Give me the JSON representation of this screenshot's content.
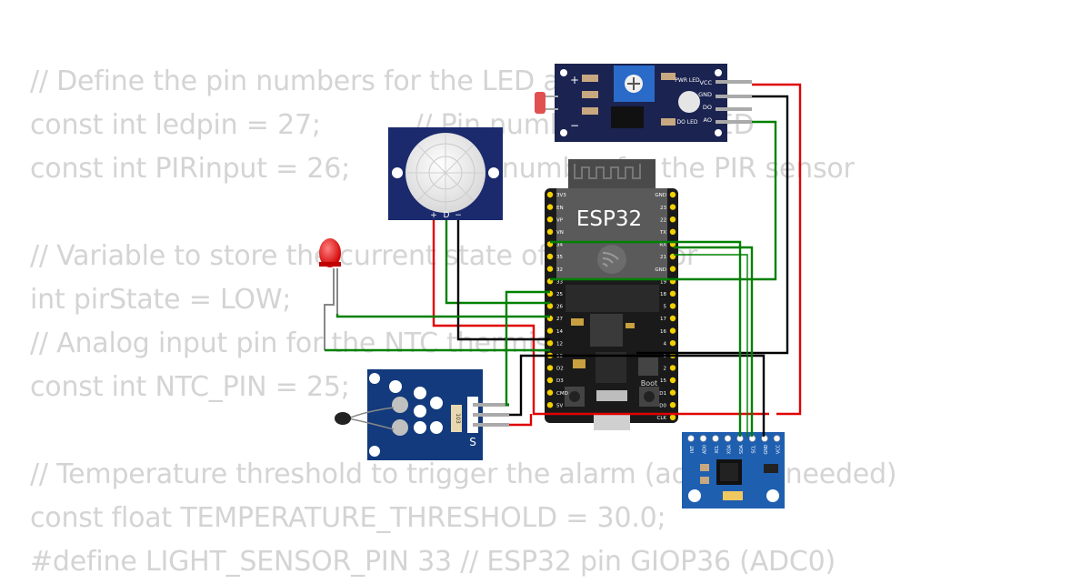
{
  "code_lines": [
    "// Define the pin numbers for the LED and sensor",
    "const int ledpin = 27;           // Pin number for the LED",
    "const int PIRinput = 26;         // Pin number for the PIR sensor",
    "",
    "// Variable to store the current state of the sensor",
    "int pirState = LOW;",
    "// Analog input pin for the NTC thermistor",
    "const int NTC_PIN = 25;",
    "",
    "// Temperature threshold to trigger the alarm (adjust as needed)",
    "const float TEMPERATURE_THRESHOLD = 30.0;",
    "#define LIGHT_SENSOR_PIN 33 // ESP32 pin GIOP36 (ADC0)"
  ],
  "esp32": {
    "label": "ESP32",
    "boot_label": "Boot",
    "left_pins": [
      "3V3",
      "EN",
      "VP",
      "VN",
      "34",
      "35",
      "32",
      "33",
      "25",
      "26",
      "27",
      "14",
      "12",
      "13",
      "D2",
      "D3",
      "CMD",
      "5V"
    ],
    "right_pins": [
      "GND",
      "23",
      "22",
      "TX",
      "RX",
      "21",
      "GND",
      "19",
      "18",
      "5",
      "17",
      "16",
      "4",
      "0",
      "2",
      "15",
      "D1",
      "D0",
      "CLK"
    ]
  },
  "ldr_module": {
    "pins": [
      "VCC",
      "GND",
      "DO",
      "AO"
    ],
    "pwr_led_label": "PWR LED",
    "do_led_label": "DO LED",
    "plus_label": "+",
    "minus_label": "−"
  },
  "pir_sensor": {
    "pins": [
      "+",
      "D",
      "−"
    ]
  },
  "ntc_module": {
    "pin_label": "S",
    "resistor_label": "103"
  },
  "mpu6050": {
    "pins": [
      "INT",
      "AD0",
      "XCL",
      "XDA",
      "SDA",
      "SCL",
      "GND",
      "VCC"
    ]
  },
  "colors": {
    "board_black": "#1a1a1a",
    "module_navy": "#1b2350",
    "mpu_blue": "#1f5fb0",
    "wire_red": "#e00000",
    "wire_black": "#000000",
    "wire_green": "#008000",
    "pin_gold": "#f2d000",
    "code_gray": "#d4d4d4"
  }
}
